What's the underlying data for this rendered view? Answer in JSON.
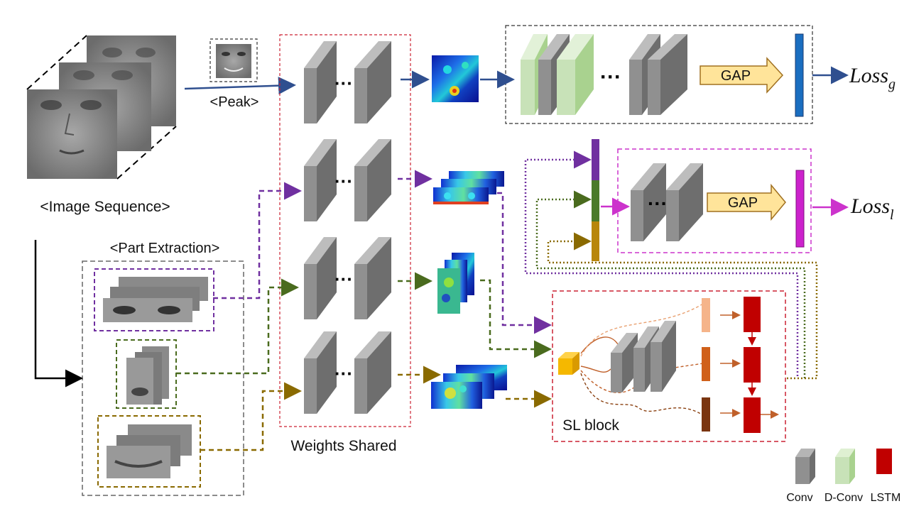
{
  "labels": {
    "image_sequence": "<Image Sequence>",
    "peak": "<Peak>",
    "part_extraction": "<Part Extraction>",
    "weights_shared": "Weights Shared",
    "sl_block": "SL block",
    "gap_global": "GAP",
    "gap_local": "GAP",
    "dots": "···"
  },
  "losses": {
    "global_main": "Loss",
    "global_sub": "g",
    "local_main": "Loss",
    "local_sub": "l"
  },
  "legend": {
    "conv": "Conv",
    "dconv": "D-Conv",
    "lstm": "LSTM"
  },
  "colors": {
    "blue": "#2f4f8f",
    "purple": "#7030a0",
    "green": "#4a6b1e",
    "olive": "#8a6a00",
    "magenta": "#cc33cc",
    "red_box": "#cc2233",
    "brown": "#c0602a",
    "conv_gray": "#8c8c8c",
    "dconv_green": "#c8e2b8",
    "lstm_red": "#c00000",
    "gap_fill": "#ffe49a"
  }
}
